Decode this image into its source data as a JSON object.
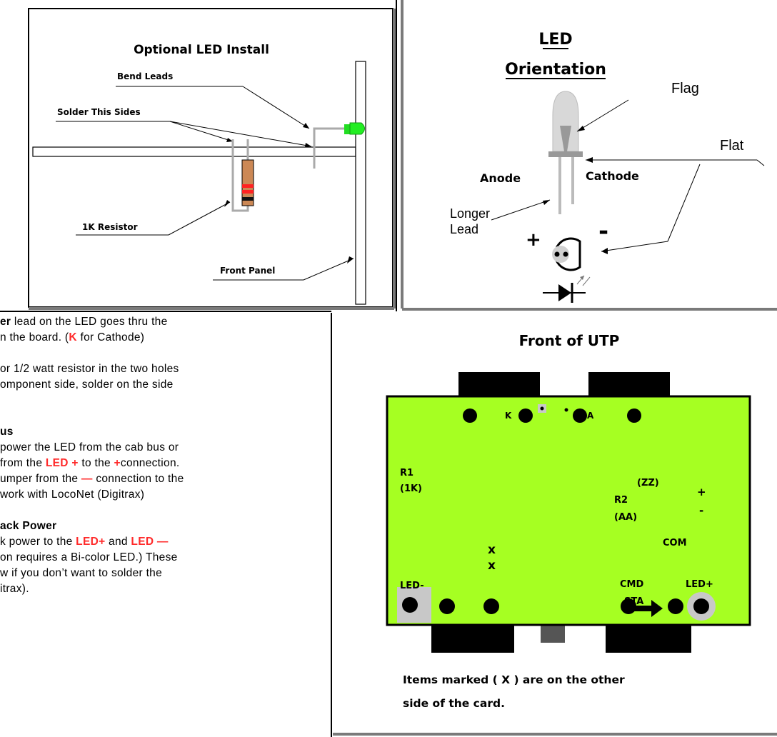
{
  "panel1": {
    "title": "Optional LED Install",
    "bend_leads": "Bend Leads",
    "solder_sides": "Solder This Sides",
    "resistor": "1K Resistor",
    "front_panel": "Front Panel"
  },
  "panel2": {
    "title_line1": "LED",
    "title_line2": "Orientation",
    "flag": "Flag",
    "flat": "Flat",
    "anode": "Anode",
    "cathode": "Cathode",
    "longer": "Longer",
    "lead": "Lead",
    "plus": "+",
    "minus": "-"
  },
  "panel3": {
    "title": "Front of UTP",
    "k": "K",
    "a": "A",
    "r1": "R1",
    "r1_value": "(1K)",
    "zz": "(ZZ)",
    "r2": "R2",
    "r2_value": "(AA)",
    "plus": "+",
    "minus": "-",
    "com": "COM",
    "x1": "x",
    "x2": "x",
    "led_minus": "LED-",
    "cmd": "CMD",
    "sta": "STA",
    "led_plus": "LED+",
    "caption_line1": "Items marked ( X ) are on the other",
    "caption_line2": "side of the card."
  },
  "text": {
    "p1_a": "er",
    "p1_b": " lead on the LED goes thru the",
    "p1_c": "n the board. (",
    "p1_k": "K",
    "p1_d": " for Cathode)",
    "p2_a": "or 1/2 watt resistor in the two holes",
    "p2_b": "omponent side, solder on the side",
    "h3": "us",
    "p3_a": "power the LED from the cab bus or",
    "p3_b": " from the ",
    "p3_ledplus": "LED +",
    "p3_c": " to the ",
    "p3_plus": "+",
    "p3_d": "connection.",
    "p3_e": "umper from the ",
    "p3_dash": "—",
    "p3_f": " connection to the",
    "p3_g": "work with LocoNet (Digitrax)",
    "h4": "ack Power",
    "p4_a": "k power to the ",
    "p4_ledplus": "LED+",
    "p4_b": " and ",
    "p4_ledminus": "LED —",
    "p4_c": "on requires a Bi-color LED.) These",
    "p4_d": "w if you don’t want to solder the",
    "p4_e": "itrax)."
  }
}
